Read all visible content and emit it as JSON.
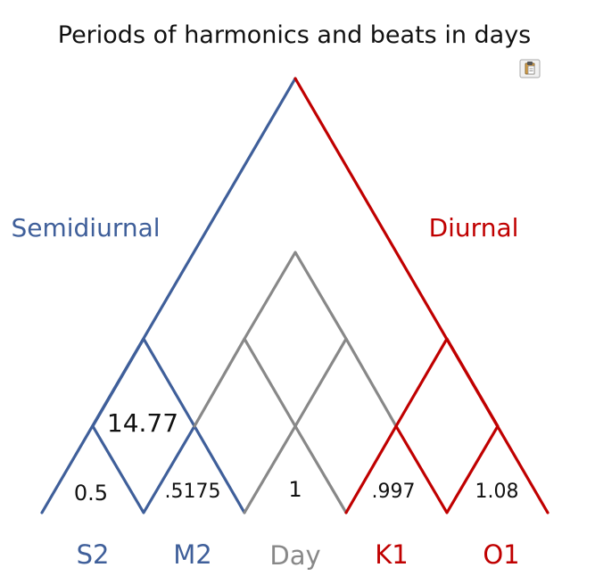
{
  "title": "Periods of harmonics and beats in days",
  "icons": {
    "top_right": "clipboard-icon"
  },
  "colors": {
    "semidiurnal": "#3f5f9a",
    "diurnal": "#c00000",
    "day": "#888888",
    "text": "#111111",
    "icon_border": "#a8a8a8",
    "icon_fill": "#f1f1f1",
    "icon_board": "#d7a04a"
  },
  "branches": {
    "semidiurnal": "Semidiurnal",
    "diurnal": "Diurnal"
  },
  "values": {
    "beat_top": "14.77",
    "s2": "0.5",
    "m2": ".5175",
    "day": "1",
    "k1": ".997",
    "o1": "1.08"
  },
  "bottom_labels": {
    "s2": "S2",
    "m2": "M2",
    "day": "Day",
    "k1": "K1",
    "o1": "O1"
  }
}
